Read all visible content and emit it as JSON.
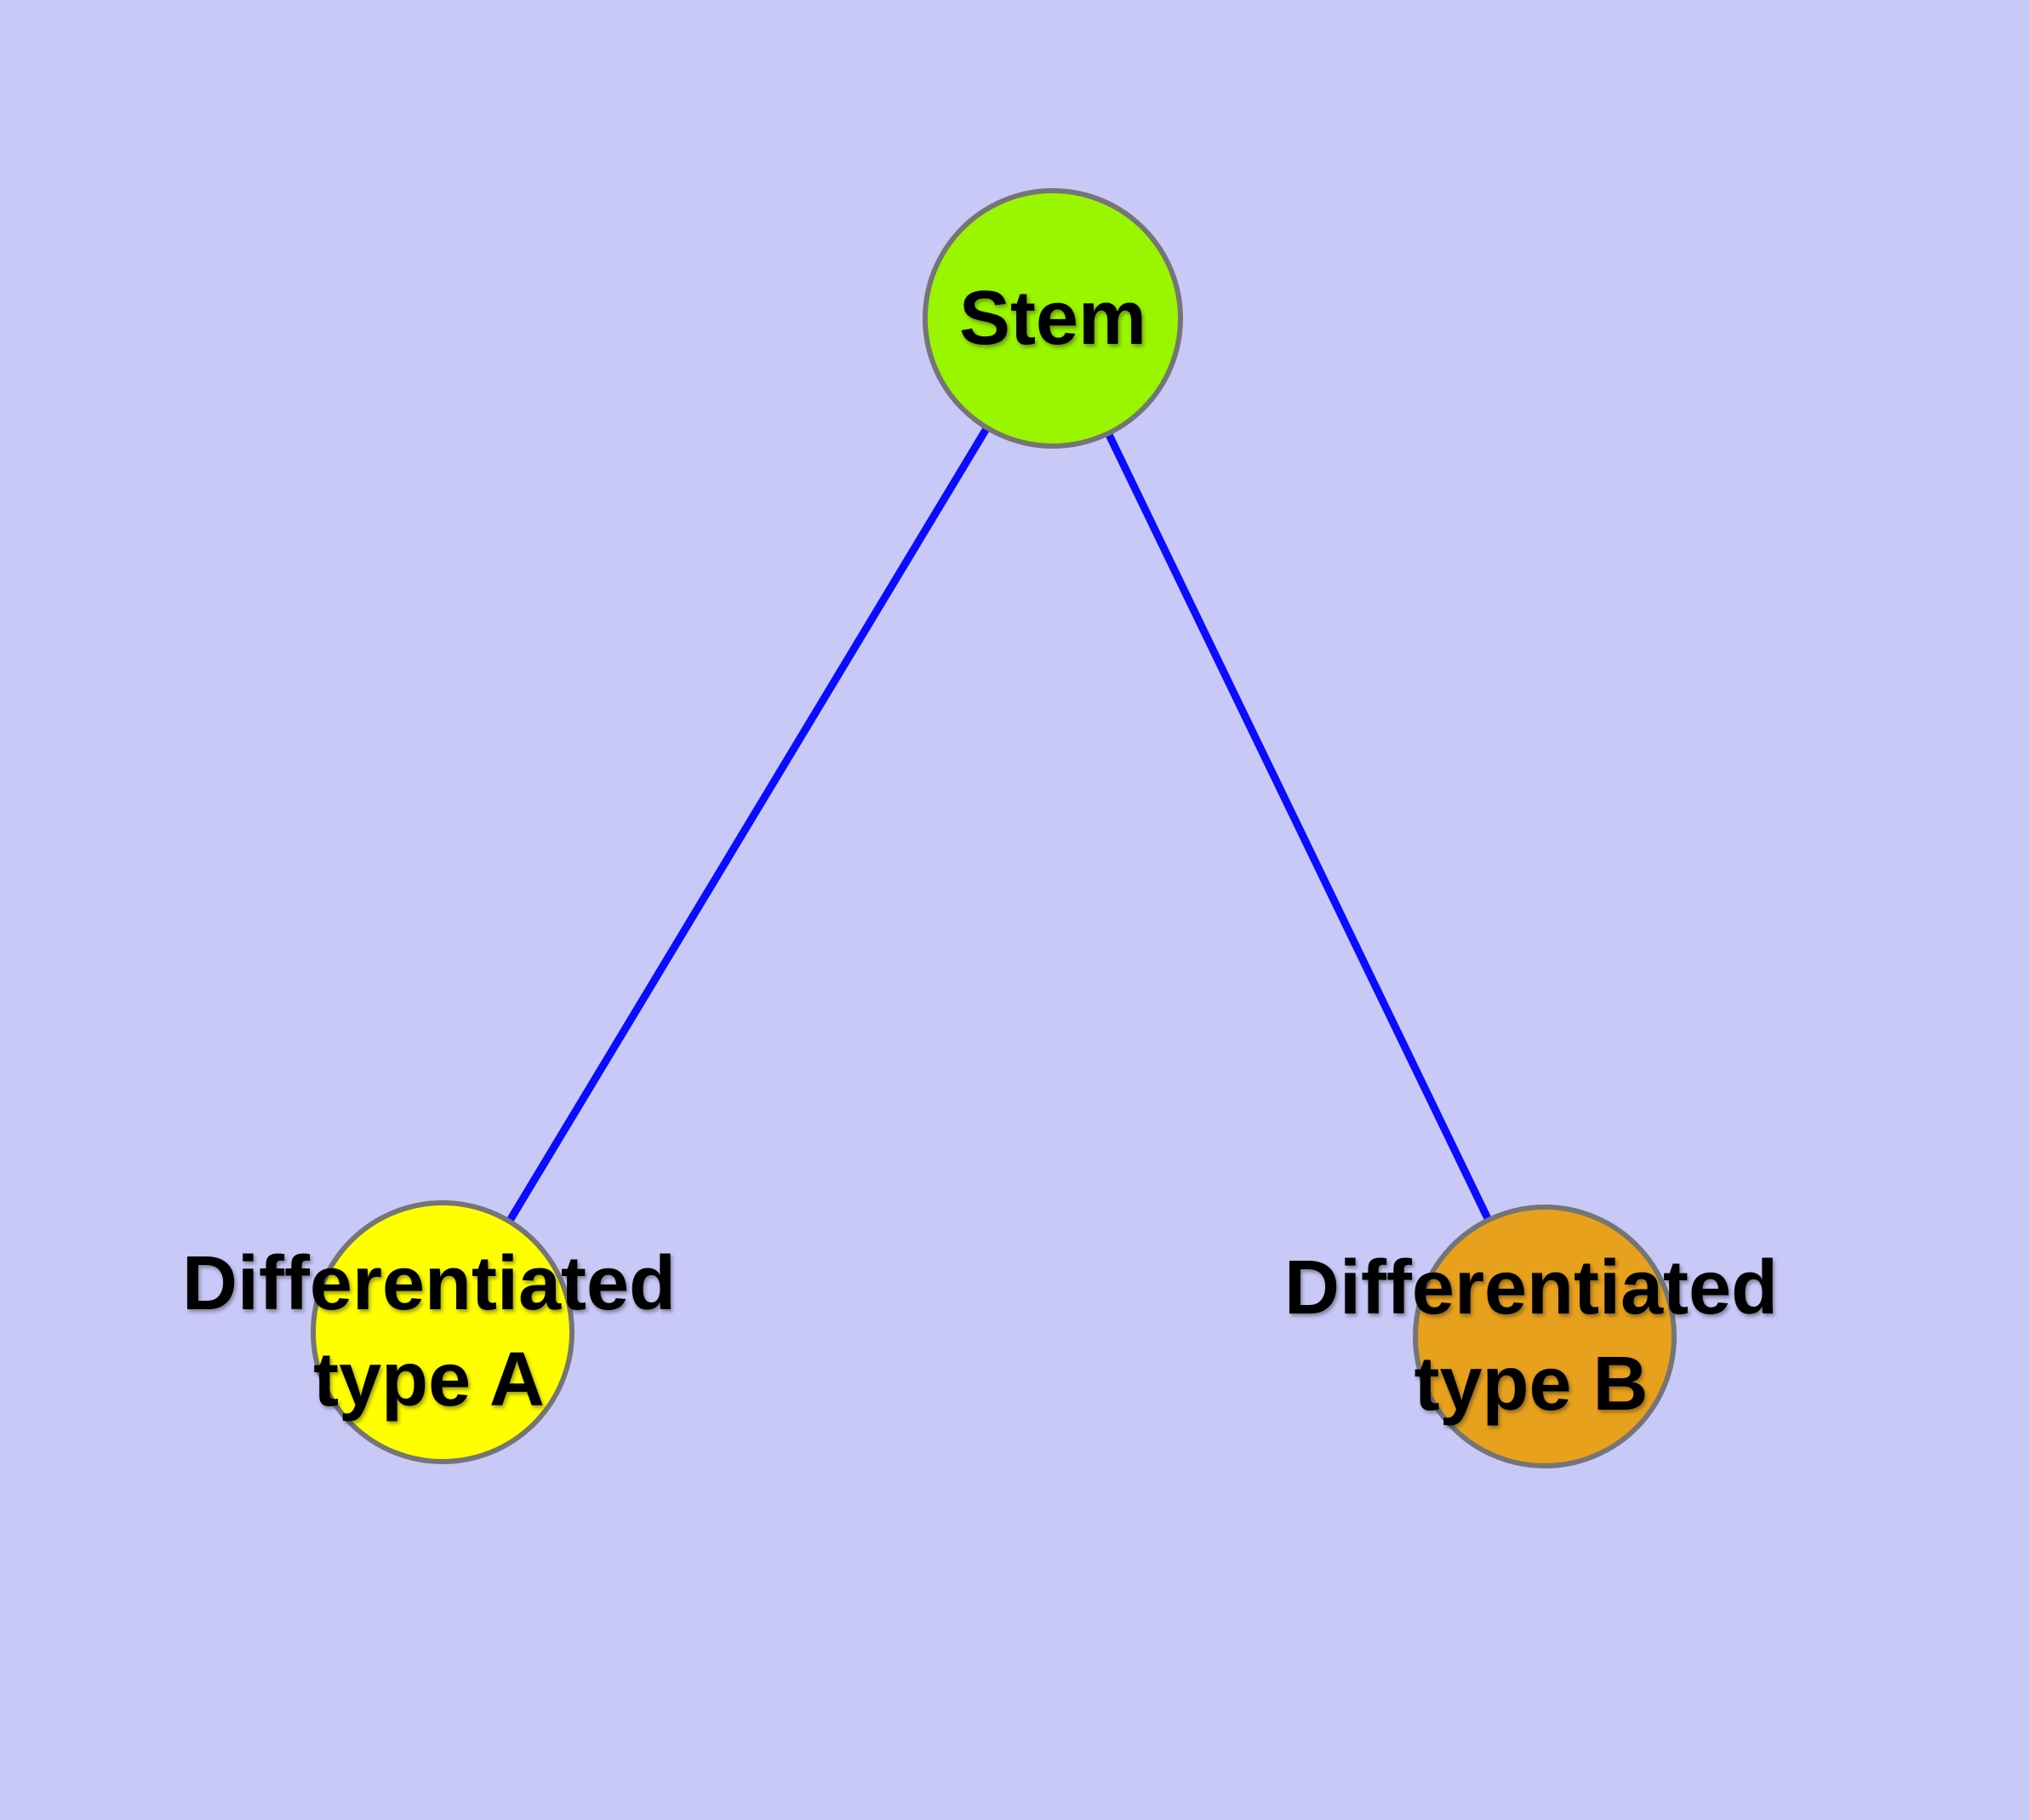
{
  "diagram": {
    "title": "",
    "background_color": "#C9C9F8",
    "edge_color": "#0B0BFF",
    "node_border_color": "#757575",
    "label_color": "#000000",
    "nodes": [
      {
        "id": "stem",
        "label": "Stem",
        "label_lines": [
          "Stem"
        ],
        "color": "#99F500"
      },
      {
        "id": "differentiated-type-a",
        "label": "Differentiated type A",
        "label_lines": [
          "Differentiated",
          "type A"
        ],
        "color": "#FFFF00"
      },
      {
        "id": "differentiated-type-b",
        "label": "Differentiated type B",
        "label_lines": [
          "Differentiated",
          "type B"
        ],
        "color": "#E8A11C"
      }
    ],
    "edges": [
      {
        "source": "Stem",
        "target": "Differentiated type A"
      },
      {
        "source": "Stem",
        "target": "Differentiated type B"
      }
    ]
  }
}
